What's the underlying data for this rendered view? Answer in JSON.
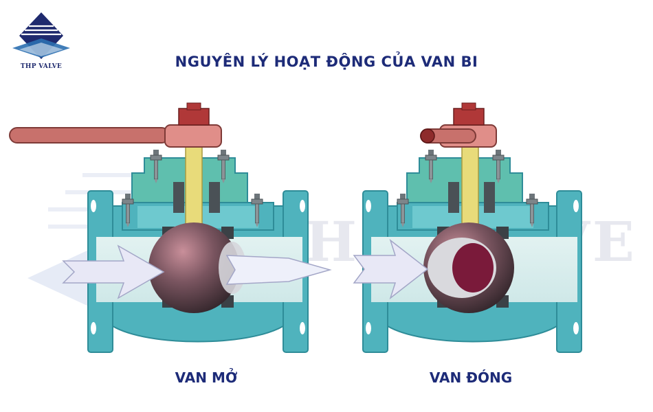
{
  "brand": {
    "name": "THP VALVE",
    "color": "#1f2a6e",
    "watermark": "THP VALVE"
  },
  "title": "NGUYÊN LÝ HOẠT ĐỘNG CỦA VAN BI",
  "valves": [
    {
      "caption": "VAN MỞ"
    },
    {
      "caption": "VAN ĐÓNG"
    }
  ],
  "colors": {
    "title": "#1d2b78",
    "body": "#4fb3bd",
    "body_dark": "#2e8c98",
    "bonnet": "#5fbfae",
    "handle": "#d47f7a",
    "handle_dark": "#8e2b2b",
    "stem": "#e8db7a",
    "ball": "#5a4048",
    "ball_port_closed": "#7a1a3a",
    "bolt": "#7d858a",
    "flow_arrow": "#e8e8f6"
  }
}
